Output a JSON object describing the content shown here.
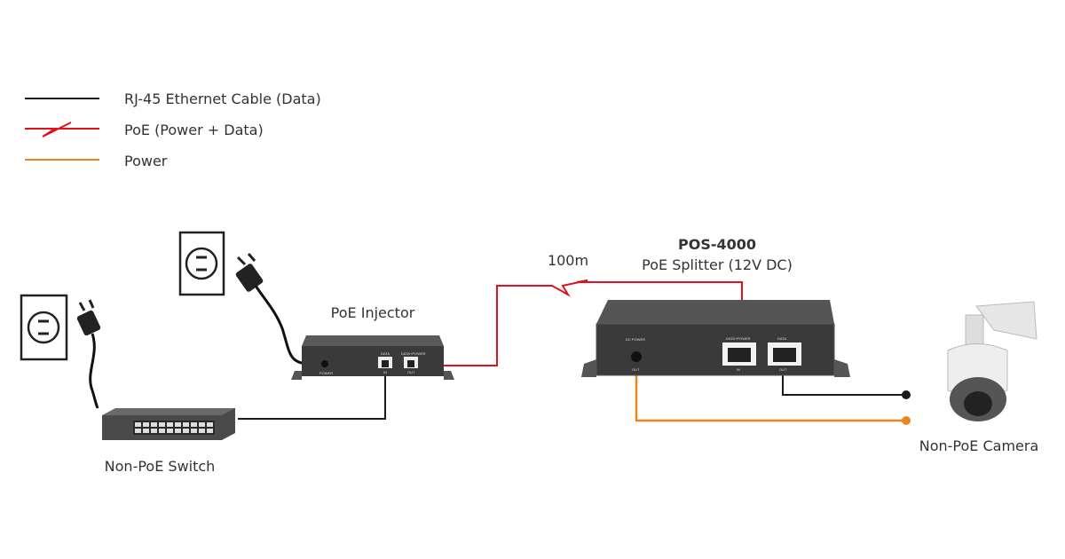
{
  "legend": [
    {
      "label": "RJ-45 Ethernet Cable (Data)",
      "color": "#1a1a1a",
      "style": "line"
    },
    {
      "label": "PoE (Power + Data)",
      "color": "#e0101e",
      "style": "lightning"
    },
    {
      "label": "Power",
      "color": "#e8871e",
      "style": "line"
    }
  ],
  "devices": {
    "switch": {
      "label": "Non-PoE Switch"
    },
    "injector": {
      "label": "PoE Injector",
      "ports": [
        "POWER",
        "DATA",
        "IN",
        "DATA+POWER",
        "OUT"
      ]
    },
    "splitter": {
      "model": "POS-4000",
      "label": "PoE Splitter (12V DC)",
      "ports": [
        "DC POWER",
        "OUT",
        "DATA+POWER",
        "IN",
        "DATA",
        "OUT"
      ]
    },
    "camera": {
      "label": "Non-PoE Camera"
    }
  },
  "distance": "100m",
  "colors": {
    "data": "#1a1a1a",
    "poe": "#e0101e",
    "power": "#e8871e",
    "device": "#3a3a3a"
  }
}
